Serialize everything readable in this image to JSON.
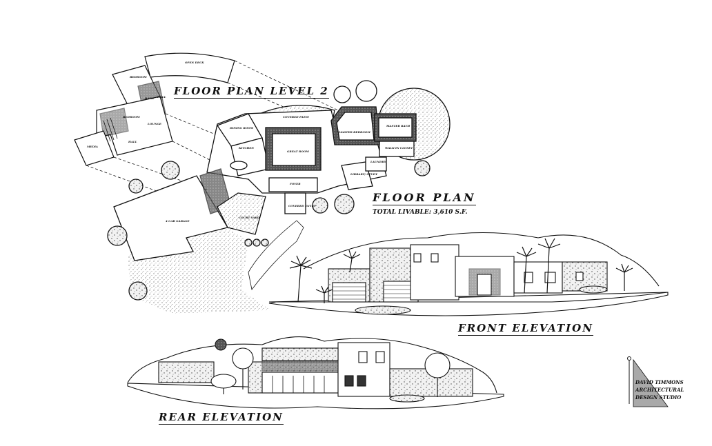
{
  "titles": {
    "level2": "FLOOR PLAN LEVEL 2",
    "floor_plan": "FLOOR PLAN",
    "total_livable": "TOTAL LIVABLE: 3,610 S.F.",
    "front_elevation": "FRONT ELEVATION",
    "rear_elevation": "REAR ELEVATION"
  },
  "rooms": {
    "open_deck": "OPEN DECK",
    "bedroom_upper": "BEDROOM",
    "bath_upper": "BATH",
    "hall_upper": "HALL",
    "bedroom_2": "BEDROOM",
    "lounge": "LOUNGE",
    "hall_2": "HALL",
    "media": "MEDIA",
    "dining_room": "DINING ROOM",
    "covered_patio": "COVERED PATIO",
    "master_bedroom": "MASTER BEDROOM",
    "master_bath": "MASTER BATH",
    "kitchen": "KITCHEN",
    "great_room": "GREAT ROOM",
    "walk_in_closet": "WALK-IN CLOSET",
    "laundry": "LAUNDRY",
    "library_study": "LIBRARY/ STUDY",
    "foyer": "FOYER",
    "covered_entry": "COVERED ENTRY",
    "garage": "4 CAR GARAGE",
    "court_yard": "COURT YARD"
  },
  "firm": {
    "line1": "DAVID TIMMONS",
    "line2": "ARCHITECTURAL",
    "line3": "DESIGN STUDIO"
  },
  "colors": {
    "ink": "#111111",
    "stipple": "#bdbdbd",
    "paper": "#ffffff",
    "logo_gray": "#a9a9a9"
  }
}
